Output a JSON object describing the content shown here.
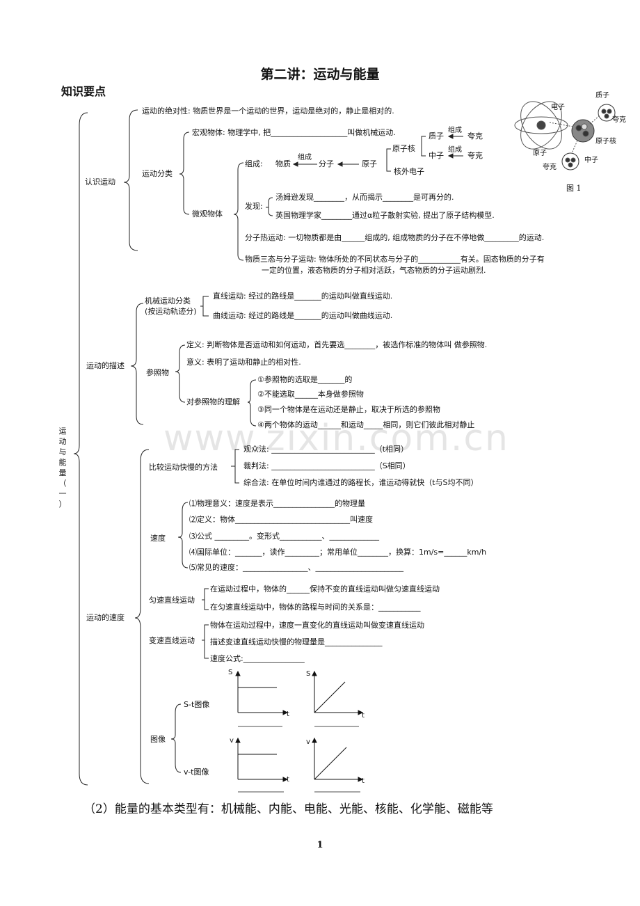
{
  "title": "第二讲：运动与能量",
  "section": "知识要点",
  "root_label_chars": [
    "运",
    "动",
    "与",
    "能",
    "量",
    "（",
    "一",
    "）"
  ],
  "figure_label": "图 1",
  "diagram_labels": {
    "zhizi": "质子",
    "dianzi": "电子",
    "kuake1": "夸克",
    "yuanzihe": "原子核",
    "yuanzi": "原子",
    "zhongzi": "中子",
    "kuake2": "夸克"
  },
  "branch1": {
    "label": "认识运动",
    "absolute": "运动的绝对性: 物质世界是一个运动的世界，运动是绝对的，静止是相对的.",
    "classify": "运动分类",
    "macro": "宏观物体: 物理学中, 把____________________叫做机械运动.",
    "micro": "微观物体",
    "comp": "组成:",
    "wuzhi": "物质",
    "zucheng1": "组成",
    "fenzi": "分子",
    "yuanzi": "原子",
    "yuanzihe": "原子核",
    "hewai": "核外电子",
    "zhizi": "质子",
    "zhongzi": "中子",
    "zucheng2": "组成",
    "zucheng3": "组成",
    "kuake1": "夸克",
    "kuake2": "夸克",
    "discover": "发现:",
    "disc1": "汤姆逊发现________，从而揭示________是可再分的.",
    "disc2": "英国物理学家________通过α粒子散射实验, 提出了原子结构模型.",
    "thermal": "分子热运动: 一切物质都是由______组成的, 组成物质的分子在不停地做_________的运动.",
    "states1": "物质三态与分子运动:  物体所处的不同状态与分子的___________有关。固态物质的分子有",
    "states2": "一定的位置，液态物质的分子相对活跃，气态物质的分子运动剧烈."
  },
  "branch2": {
    "label": "运动的描述",
    "mech1": "机械运动分类",
    "mech2": "(按运动轨迹分)",
    "line": "直线运动:  经过的路线是_______的运动叫做直线运动.",
    "curve": "曲线运动:  经过的路线是_______的运动叫做曲线运动.",
    "ref": "参照物",
    "def": "定义:  判断物体是否运动和如何运动，首先要选________，被选作标准的物体叫 做参照物.",
    "meaning": "意义:   表明了运动和静止的相对性.",
    "understand": "对参照物的理解",
    "u1": "①参照物的选取是_______的",
    "u2": "②不能选取______本身做参照物",
    "u3": "③同一个物体是在运动还是静止，取决于所选的参照物",
    "u4": "④两个物体的运动______和运动_____相同，则它们彼此相对静止"
  },
  "branch3": {
    "label": "运动的速度",
    "compare": "比较运动快慢的方法",
    "aud": "观众法: ___________________________（t相同）",
    "judge": "裁判法: ___________________________（S相同）",
    "comb": "综合法: 在单位时间内谁通过的路程长，谁运动得就快（t与S均不同）",
    "speed": "速度",
    "s1": "⑴物理意义：速度是表示________________的物理量",
    "s2": "⑵定义：物体______________________________叫速度",
    "s3": "⑶公式 _________。变形式___________、_____________",
    "s4": "⑷国际单位：_______，读作_________；常用单位________，换算：1m/s=______km/h",
    "s5": "⑸常见的速度：_________________、_______________________",
    "uniform": "匀速直线运动",
    "un1": "在运动过程中，物体的______保持不变的直线运动叫做匀速直线运动",
    "un2": "在匀速直线运动中，物体的路程与时间的关系是：___________",
    "variable": "变速直线运动",
    "v1": "物体在运动过程中，速度一直变化的直线运动叫做变速直线运动",
    "v2": "描述变速直线运动快慢的物理量是_______________",
    "v3": "速度公式:________________",
    "graph": "图像",
    "st": "S-t图像",
    "vt": "v-t图像",
    "axis_s": "S",
    "axis_v": "v",
    "axis_t": "t"
  },
  "footer": "（2）能量的基本类型有：机械能、内能、电能、光能、核能、化学能、磁能等",
  "watermark": "www.zixin.com.cn",
  "page_number": "1"
}
